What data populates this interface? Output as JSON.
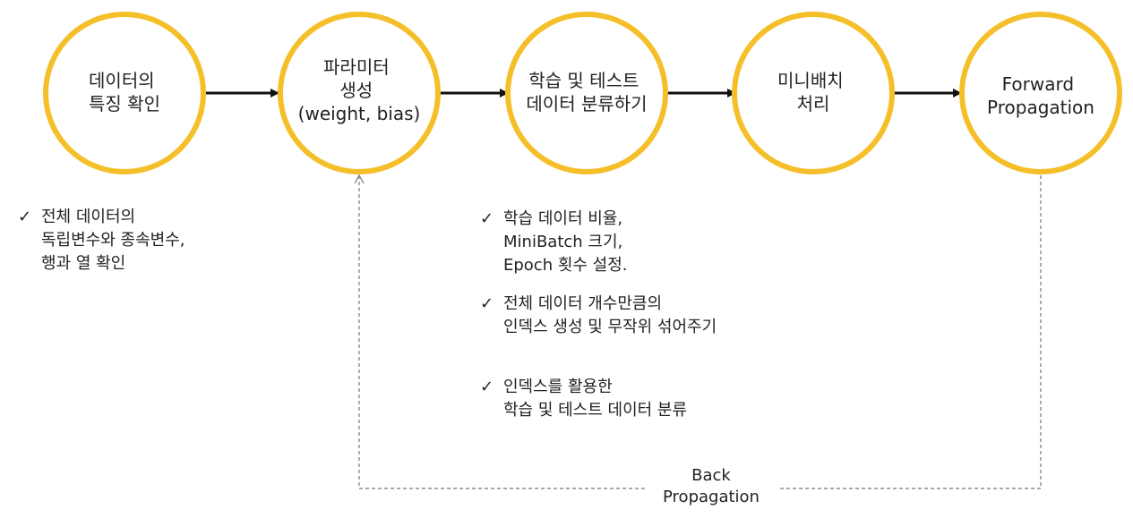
{
  "nodes": [
    {
      "id": "step-1",
      "lines": [
        "데이터의",
        "특징 확인"
      ]
    },
    {
      "id": "step-2",
      "lines": [
        "파라미터",
        "생성",
        "(weight, bias)"
      ]
    },
    {
      "id": "step-3",
      "lines": [
        "학습 및 테스트",
        "데이터 분류하기"
      ]
    },
    {
      "id": "step-4",
      "lines": [
        "미니배치",
        "처리"
      ]
    },
    {
      "id": "step-5",
      "lines": [
        "Forward",
        "Propagation"
      ]
    }
  ],
  "colors": {
    "circle_stroke": "#F5BF2A",
    "arrow": "#111111",
    "dashed": "#777777"
  },
  "notes": {
    "left": {
      "check": "✓",
      "lines": [
        "전체 데이터의",
        "독립변수와 종속변수,",
        "행과 열 확인"
      ]
    },
    "middle": [
      {
        "check": "✓",
        "lines": [
          "학습 데이터 비율,",
          "MiniBatch 크기,",
          "Epoch 횟수 설정."
        ]
      },
      {
        "check": "✓",
        "lines": [
          "전체 데이터 개수만큼의",
          "인덱스 생성 및 무작위 섞어주기"
        ]
      },
      {
        "check": "✓",
        "lines": [
          "인덱스를 활용한",
          "학습 및 테스트 데이터 분류"
        ]
      }
    ]
  },
  "back_propagation": {
    "line1": "Back",
    "line2": "Propagation"
  }
}
